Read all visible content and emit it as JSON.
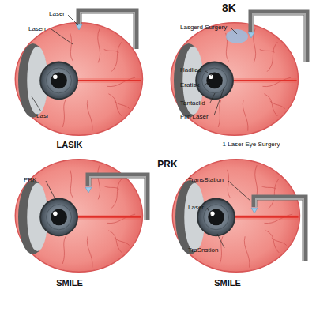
{
  "diagram": {
    "labels": [
      "Laser",
      "8K",
      "Laserr",
      "Lasgerd Surgery",
      "Hadliad",
      "Eratisk",
      "Tantaclid",
      "Plih Laser",
      "Lasr",
      "LASIK",
      "1 Laser Eye Surgery",
      "PRK",
      "PRK",
      "TransStation",
      "Laser",
      "TraSnstion",
      "SMILE",
      "SMILE"
    ]
  }
}
